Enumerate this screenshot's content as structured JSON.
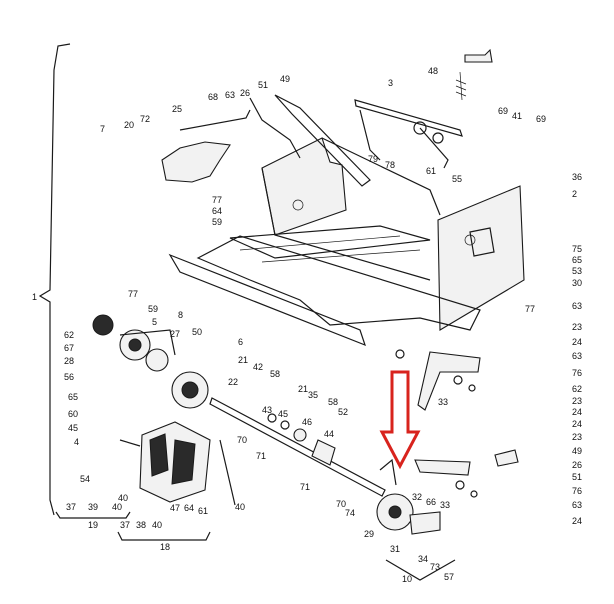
{
  "labels": [
    {
      "id": "l-1",
      "text": "1"
    },
    {
      "id": "l-49a",
      "text": "49"
    },
    {
      "id": "l-51a",
      "text": "51"
    },
    {
      "id": "l-26a",
      "text": "26"
    },
    {
      "id": "l-3",
      "text": "3"
    },
    {
      "id": "l-48",
      "text": "48"
    },
    {
      "id": "l-68",
      "text": "68"
    },
    {
      "id": "l-63a",
      "text": "63"
    },
    {
      "id": "l-25",
      "text": "25"
    },
    {
      "id": "l-72",
      "text": "72"
    },
    {
      "id": "l-20",
      "text": "20"
    },
    {
      "id": "l-7",
      "text": "7"
    },
    {
      "id": "l-69a",
      "text": "69"
    },
    {
      "id": "l-41",
      "text": "41"
    },
    {
      "id": "l-69b",
      "text": "69"
    },
    {
      "id": "l-79",
      "text": "79"
    },
    {
      "id": "l-78",
      "text": "78"
    },
    {
      "id": "l-61a",
      "text": "61"
    },
    {
      "id": "l-55",
      "text": "55"
    },
    {
      "id": "l-36",
      "text": "36"
    },
    {
      "id": "l-2",
      "text": "2"
    },
    {
      "id": "l-77a",
      "text": "77"
    },
    {
      "id": "l-64a",
      "text": "64"
    },
    {
      "id": "l-59a",
      "text": "59"
    },
    {
      "id": "l-75",
      "text": "75"
    },
    {
      "id": "l-65a",
      "text": "65"
    },
    {
      "id": "l-53",
      "text": "53"
    },
    {
      "id": "l-30",
      "text": "30"
    },
    {
      "id": "l-77b",
      "text": "77"
    },
    {
      "id": "l-59b",
      "text": "59"
    },
    {
      "id": "l-8",
      "text": "8"
    },
    {
      "id": "l-5",
      "text": "5"
    },
    {
      "id": "l-27",
      "text": "27"
    },
    {
      "id": "l-50",
      "text": "50"
    },
    {
      "id": "l-6",
      "text": "6"
    },
    {
      "id": "l-62",
      "text": "62"
    },
    {
      "id": "l-67",
      "text": "67"
    },
    {
      "id": "l-28",
      "text": "28"
    },
    {
      "id": "l-56",
      "text": "56"
    },
    {
      "id": "l-21a",
      "text": "21"
    },
    {
      "id": "l-42",
      "text": "42"
    },
    {
      "id": "l-58a",
      "text": "58"
    },
    {
      "id": "l-77c",
      "text": "77"
    },
    {
      "id": "l-63b",
      "text": "63"
    },
    {
      "id": "l-23a",
      "text": "23"
    },
    {
      "id": "l-24a",
      "text": "24"
    },
    {
      "id": "l-63c",
      "text": "63"
    },
    {
      "id": "l-65b",
      "text": "65"
    },
    {
      "id": "l-60",
      "text": "60"
    },
    {
      "id": "l-45a",
      "text": "45"
    },
    {
      "id": "l-4",
      "text": "4"
    },
    {
      "id": "l-22",
      "text": "22"
    },
    {
      "id": "l-21b",
      "text": "21"
    },
    {
      "id": "l-35",
      "text": "35"
    },
    {
      "id": "l-58b",
      "text": "58"
    },
    {
      "id": "l-52",
      "text": "52"
    },
    {
      "id": "l-76a",
      "text": "76"
    },
    {
      "id": "l-62b",
      "text": "62"
    },
    {
      "id": "l-33a",
      "text": "33"
    },
    {
      "id": "l-23b",
      "text": "23"
    },
    {
      "id": "l-24b",
      "text": "24"
    },
    {
      "id": "l-24c",
      "text": "24"
    },
    {
      "id": "l-43",
      "text": "43"
    },
    {
      "id": "l-45b",
      "text": "45"
    },
    {
      "id": "l-46",
      "text": "46"
    },
    {
      "id": "l-70a",
      "text": "70"
    },
    {
      "id": "l-44",
      "text": "44"
    },
    {
      "id": "l-71a",
      "text": "71"
    },
    {
      "id": "l-54",
      "text": "54"
    },
    {
      "id": "l-40a",
      "text": "40"
    },
    {
      "id": "l-71b",
      "text": "71"
    },
    {
      "id": "l-23c",
      "text": "23"
    },
    {
      "id": "l-49b",
      "text": "49"
    },
    {
      "id": "l-26b",
      "text": "26"
    },
    {
      "id": "l-51b",
      "text": "51"
    },
    {
      "id": "l-76b",
      "text": "76"
    },
    {
      "id": "l-63d",
      "text": "63"
    },
    {
      "id": "l-24d",
      "text": "24"
    },
    {
      "id": "l-37a",
      "text": "37"
    },
    {
      "id": "l-39",
      "text": "39"
    },
    {
      "id": "l-40b",
      "text": "40"
    },
    {
      "id": "l-19",
      "text": "19"
    },
    {
      "id": "l-37b",
      "text": "37"
    },
    {
      "id": "l-38",
      "text": "38"
    },
    {
      "id": "l-40c",
      "text": "40"
    },
    {
      "id": "l-18",
      "text": "18"
    },
    {
      "id": "l-47",
      "text": "47"
    },
    {
      "id": "l-64b",
      "text": "64"
    },
    {
      "id": "l-61b",
      "text": "61"
    },
    {
      "id": "l-40d",
      "text": "40"
    },
    {
      "id": "l-70b",
      "text": "70"
    },
    {
      "id": "l-74",
      "text": "74"
    },
    {
      "id": "l-29",
      "text": "29"
    },
    {
      "id": "l-32",
      "text": "32"
    },
    {
      "id": "l-66",
      "text": "66"
    },
    {
      "id": "l-33b",
      "text": "33"
    },
    {
      "id": "l-31",
      "text": "31"
    },
    {
      "id": "l-34",
      "text": "34"
    },
    {
      "id": "l-73",
      "text": "73"
    },
    {
      "id": "l-57",
      "text": "57"
    },
    {
      "id": "l-10",
      "text": "10"
    }
  ],
  "highlight": {
    "color": "#d8231d",
    "target": "part 29"
  }
}
